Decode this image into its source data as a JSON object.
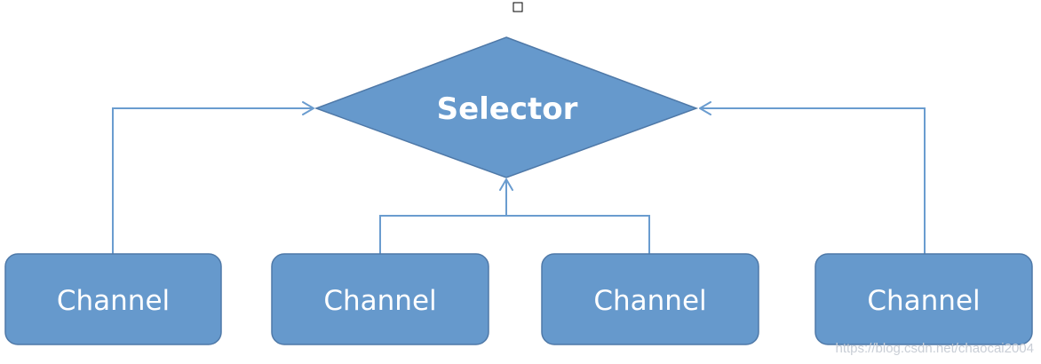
{
  "selector": {
    "label": "Selector"
  },
  "channels": [
    {
      "label": "Channel"
    },
    {
      "label": "Channel"
    },
    {
      "label": "Channel"
    },
    {
      "label": "Channel"
    }
  ],
  "watermark": "https://blog.csdn.net/chaocai2004",
  "colors": {
    "node_fill": "#6699cc",
    "node_stroke": "#4f79a8",
    "edge": "#6a9ccf",
    "text": "#ffffff",
    "watermark": "#c9ced6"
  }
}
